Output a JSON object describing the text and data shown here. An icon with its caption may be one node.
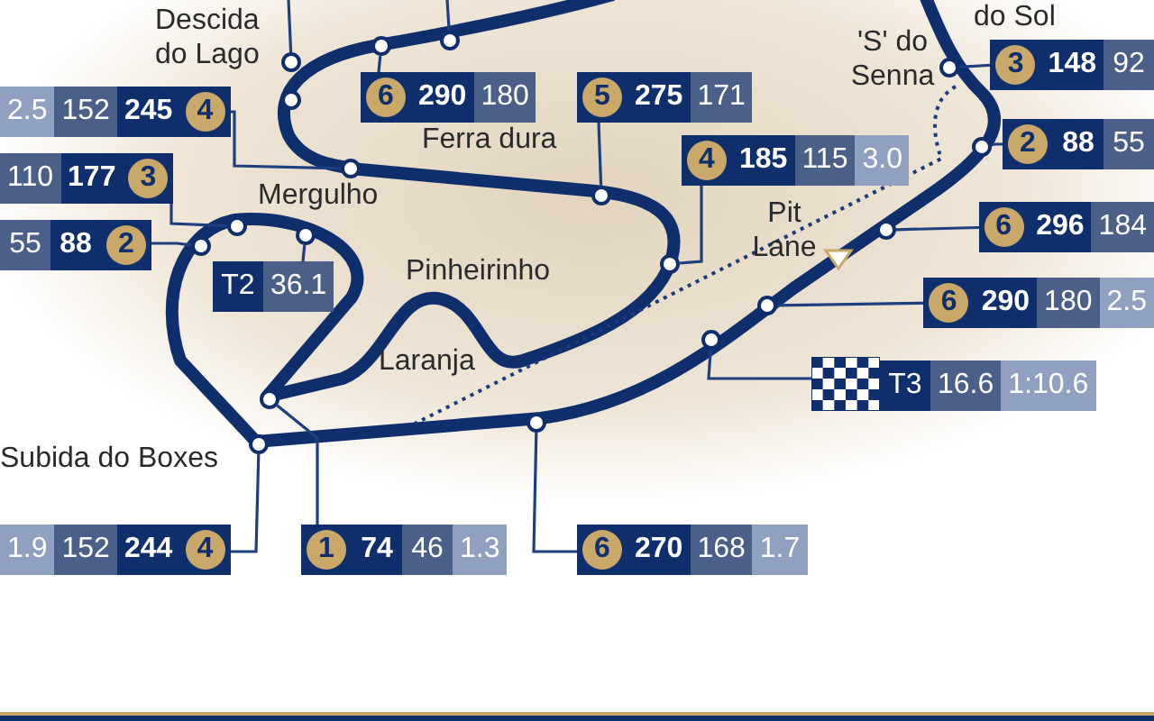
{
  "diagram": {
    "nodes": [
      {
        "text": [],
        "shape": "circle"
      },
      {
        "text": [],
        "shape": "circle"
      },
      {
        "text": [],
        "shape": "circle"
      },
      {
        "text": [
          "6",
          "290",
          "180"
        ]
      },
      {
        "text": [
          "5",
          "275",
          "171"
        ]
      },
      {
        "text": [
          "3",
          "148",
          "92"
        ]
      },
      {
        "text": [
          "2.5",
          "152",
          "245",
          "4"
        ]
      },
      {
        "text": [],
        "shape": "circle"
      },
      {
        "text": [
          "2",
          "88",
          "55"
        ]
      },
      {
        "text": [
          "4",
          "185",
          "115",
          "3.0"
        ]
      },
      {
        "text": [
          "110",
          "177",
          "3"
        ]
      },
      {
        "text": [],
        "shape": "circle"
      },
      {
        "text": [],
        "shape": "circle"
      },
      {
        "text": [
          "55",
          "88",
          "2"
        ]
      },
      {
        "text": [],
        "shape": "circle"
      },
      {
        "text": [],
        "shape": "circle"
      },
      {
        "text": [],
        "shape": "circle"
      },
      {
        "text": [],
        "shape": "circle"
      },
      {
        "text": [],
        "shape": "circle"
      },
      {
        "text": [],
        "shape": "circle"
      },
      {
        "text": [],
        "shape": "circle"
      },
      {
        "text": [
          "T2",
          "36.1"
        ]
      },
      {
        "text": [
          "6",
          "296",
          "184"
        ]
      },
      {
        "text": [
          "6",
          "290",
          "180",
          "2.5"
        ]
      },
      {
        "text": [],
        "shape": "circle"
      },
      {
        "text": [],
        "shape": "circle"
      },
      {
        "text": [],
        "shape": "flag"
      },
      {
        "text": [
          "T3",
          "16.6",
          "1:10.6"
        ]
      },
      {
        "text": [],
        "shape": "circle"
      },
      {
        "text": [],
        "shape": "circle"
      },
      {
        "text": [],
        "shape": "circle"
      },
      {
        "text": [
          "1.9",
          "152",
          "244",
          "4"
        ]
      },
      {
        "text": [
          "1",
          "74",
          "46",
          "1.3"
        ]
      },
      {
        "text": [
          "6",
          "270",
          "168",
          "1.7"
        ]
      }
    ],
    "edges": [
      {
        "from": null,
        "to": 1,
        "arrow": "none"
      },
      {
        "from": null,
        "to": 2,
        "arrow": "none"
      },
      {
        "from": 3,
        "to": 0,
        "arrow": "none"
      },
      {
        "from": 4,
        "to": 12,
        "arrow": "none"
      },
      {
        "from": 5,
        "to": 18,
        "arrow": "none"
      },
      {
        "from": 6,
        "to": 11,
        "arrow": "none"
      },
      {
        "from": 8,
        "to": 19,
        "arrow": "none"
      },
      {
        "from": 9,
        "to": 20,
        "arrow": "none"
      },
      {
        "from": 10,
        "to": 14,
        "arrow": "none"
      },
      {
        "from": 13,
        "to": 16,
        "arrow": "none"
      },
      {
        "from": 21,
        "to": 15,
        "arrow": "none"
      },
      {
        "from": 22,
        "to": 17,
        "arrow": "none"
      },
      {
        "from": 23,
        "to": 24,
        "arrow": "none"
      },
      {
        "from": 25,
        "to": 26,
        "arrow": "none"
      },
      {
        "from": 31,
        "to": 30,
        "arrow": "none"
      },
      {
        "from": 32,
        "to": 28,
        "arrow": "none"
      },
      {
        "from": 33,
        "to": 29,
        "arrow": "none"
      }
    ],
    "labels": [
      "do Sol",
      "Descida do Lago",
      "'S' do Senna",
      "Ferra dura",
      "Mergulho",
      "Pit Lane",
      "Pinheirinho",
      "Laranja",
      "Subida do Boxes"
    ]
  }
}
